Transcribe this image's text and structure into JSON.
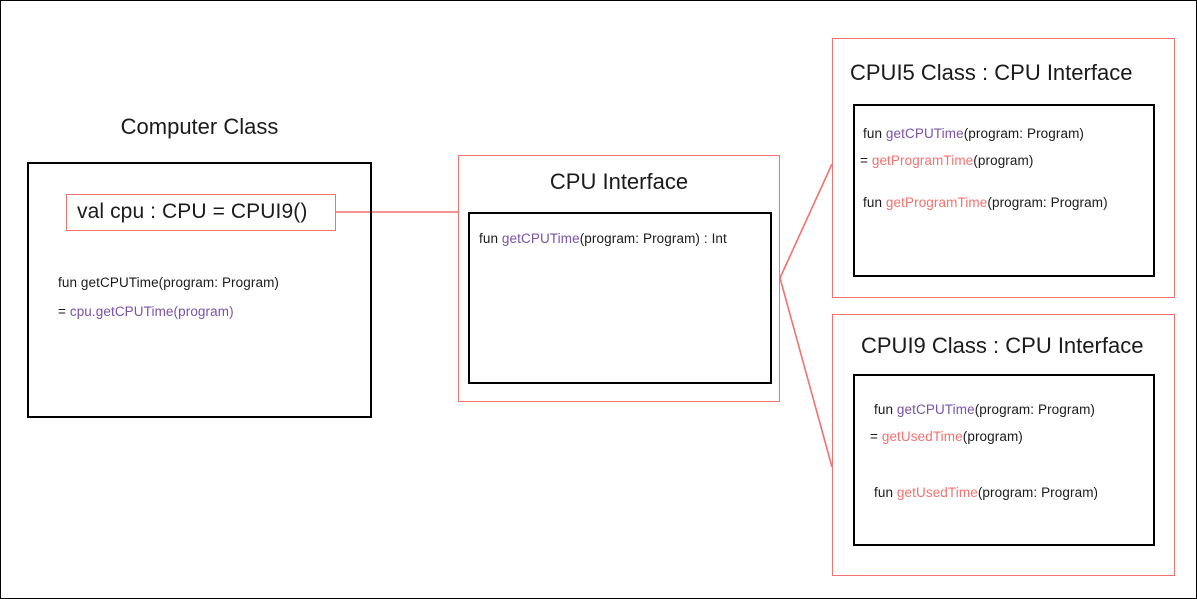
{
  "colors": {
    "accent_red": "#F4716F",
    "accent_purple": "#7A52A8",
    "text_black": "#1a1a1a",
    "background": "#ffffff"
  },
  "computer_class": {
    "title": "Computer Class",
    "field_box": {
      "text": "val cpu : CPU = CPUI9()"
    },
    "method": {
      "line1": "fun getCPUTime(program: Program)",
      "line2_prefix": "= ",
      "line2_call": "cpu.getCPUTime(program)"
    }
  },
  "cpu_interface": {
    "title": "CPU Interface",
    "signature": {
      "fun_keyword": "fun ",
      "name": "getCPUTime",
      "params": "(program: Program)",
      "return_type": " : Int"
    }
  },
  "cpui5": {
    "title": "CPUI5 Class : CPU Interface",
    "lines": {
      "l1_fun": "fun ",
      "l1_name": "getCPUTime",
      "l1_params": "(program: Program)",
      "l2_eq": "= ",
      "l2_name": "getProgramTime",
      "l2_params": "(program)",
      "l3_fun": "fun ",
      "l3_name": "getProgramTime",
      "l3_params": "(program: Program)"
    }
  },
  "cpui9": {
    "title": "CPUI9 Class : CPU Interface",
    "lines": {
      "l1_fun": "fun ",
      "l1_name": "getCPUTime",
      "l1_params": "(program: Program)",
      "l2_eq": "= ",
      "l2_name": "getUsedTime",
      "l2_params": "(program)",
      "l3_fun": "fun ",
      "l3_name": "getUsedTime",
      "l3_params": "(program: Program)"
    }
  }
}
